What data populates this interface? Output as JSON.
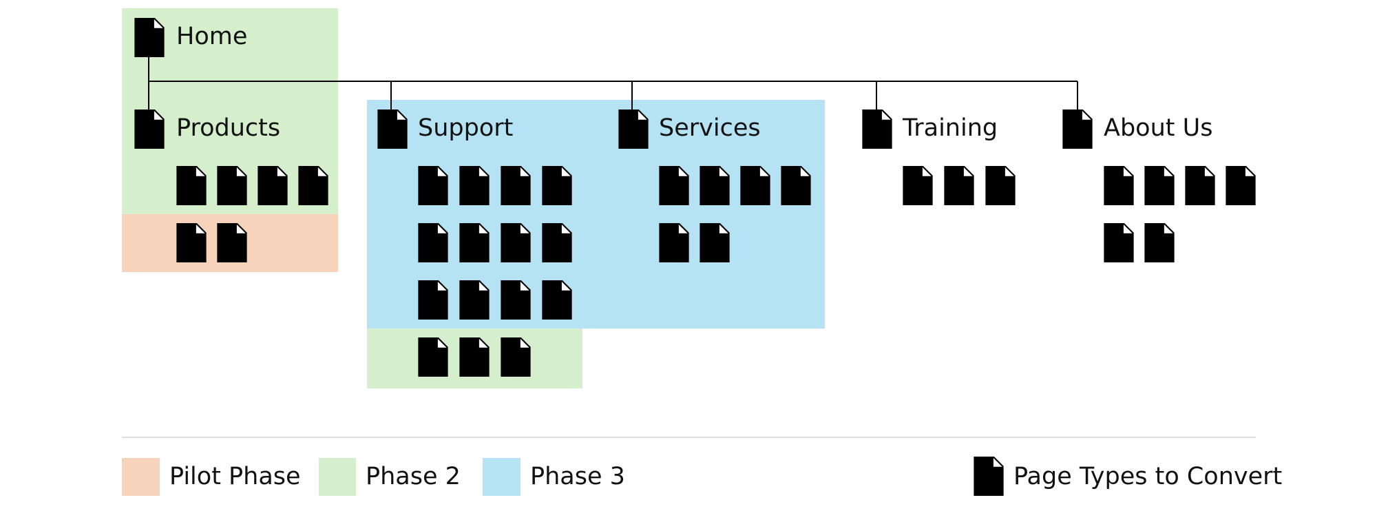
{
  "colors": {
    "pilot": "#f8d3bc",
    "phase2": "#d5efcc",
    "phase3": "#b5e3f4",
    "icon": "#000000",
    "divider": "#dddddd"
  },
  "icon_name": "page-icon",
  "home": {
    "label": "Home"
  },
  "sections": [
    {
      "key": "products",
      "label": "Products",
      "page_count": 6
    },
    {
      "key": "support",
      "label": "Support",
      "page_count": 15
    },
    {
      "key": "services",
      "label": "Services",
      "page_count": 6
    },
    {
      "key": "training",
      "label": "Training",
      "page_count": 3
    },
    {
      "key": "about-us",
      "label": "About Us",
      "page_count": 6
    }
  ],
  "legend": {
    "pilot": "Pilot Phase",
    "phase2": "Phase 2",
    "phase3": "Phase 3",
    "page_types": "Page Types to Convert"
  }
}
